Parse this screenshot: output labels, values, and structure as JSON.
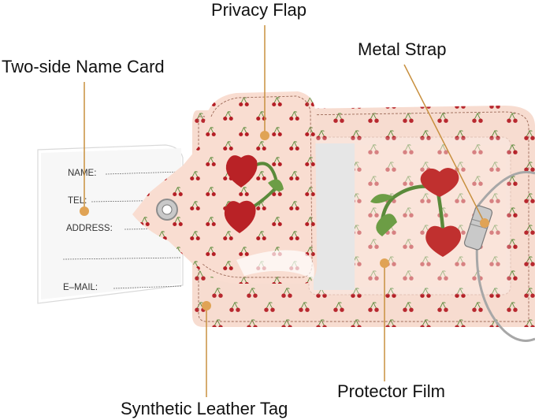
{
  "callouts": {
    "privacy_flap": "Privacy Flap",
    "name_card": "Two-side Name Card",
    "metal_strap": "Metal Strap",
    "protector_film": "Protector Film",
    "leather_tag": "Synthetic Leather Tag"
  },
  "name_card_fields": {
    "name": "NAME:",
    "tel": "TEL:",
    "address": "ADDRESS:",
    "email": "E–MAIL:"
  },
  "colors": {
    "callout_line": "#c8903f",
    "callout_dot": "#e0a355",
    "leather": "#f7dcd0",
    "cherry": "#b51f26",
    "stem": "#5a8a3a"
  },
  "pattern_icon": "cherry-icon"
}
